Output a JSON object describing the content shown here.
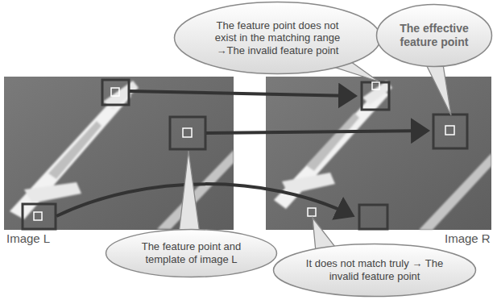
{
  "diagram": {
    "nodes": [
      {
        "text": [
          "The feature point does not exist in the matching range →The invalid feature point"
        ]
      },
      {
        "text": [
          "The effective feature point"
        ]
      },
      {
        "text": [
          "The feature point and template of image L"
        ]
      },
      {
        "text": [
          "It does not match truly → The invalid feature point"
        ]
      }
    ],
    "labels": [
      "Image L",
      "Image R"
    ]
  }
}
